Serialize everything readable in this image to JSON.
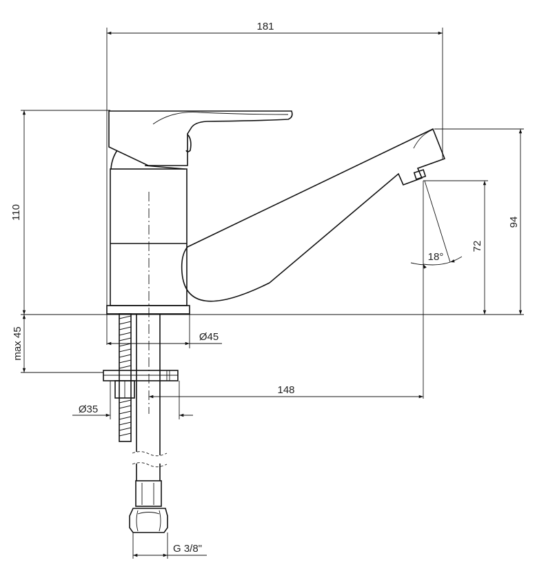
{
  "title": "Faucet technical drawing",
  "dimensions": {
    "total_width": "181",
    "height": "110",
    "max_mount": "max 45",
    "base_diameter": "Ø45",
    "hole_diameter": "Ø35",
    "reach": "148",
    "spout_height": "94",
    "outlet_height": "72",
    "angle": "18°",
    "connection": "G 3/8\""
  },
  "colors": {
    "line": "#111111",
    "background": "#ffffff"
  }
}
